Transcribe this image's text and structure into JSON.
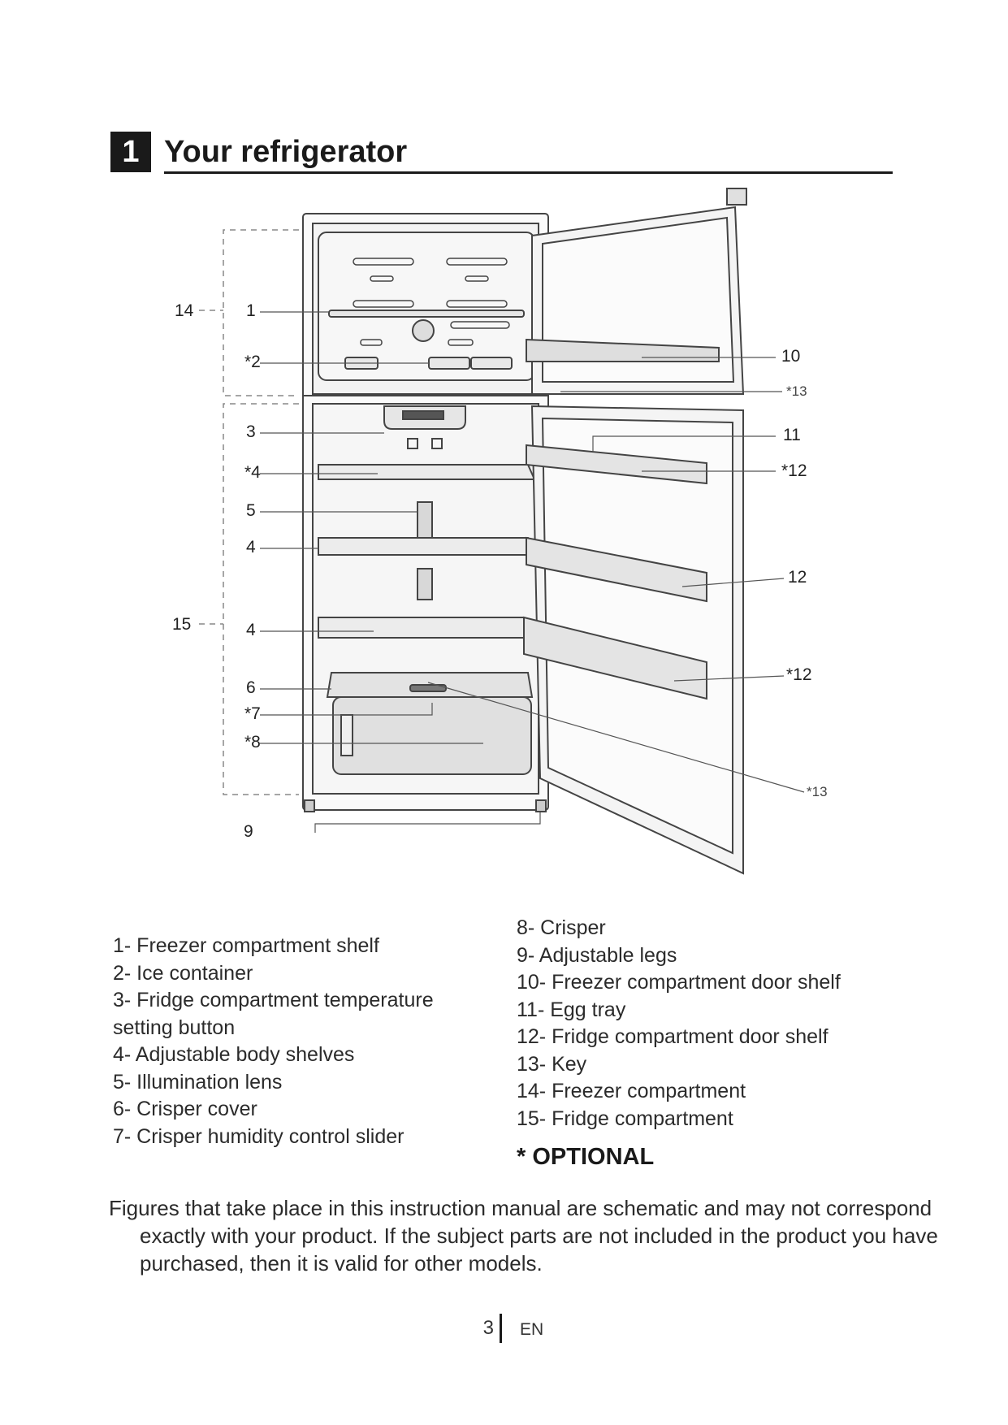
{
  "section": {
    "number": "1",
    "title": "Your refrigerator"
  },
  "callouts": {
    "c14": "14",
    "c1": "1",
    "c2": "*2",
    "c3": "3",
    "c4a": "*4",
    "c5": "5",
    "c4b": "4",
    "c15": "15",
    "c4c": "4",
    "c6": "6",
    "c7": "*7",
    "c8": "*8",
    "c9": "9",
    "c10": "10",
    "c13a": "*13",
    "c11": "11",
    "c12a": "*12",
    "c12b": "12",
    "c12c": "*12",
    "c13b": "*13"
  },
  "legend_left": [
    "1-  Freezer compartment shelf",
    "2-  Ice container",
    "3-  Fridge compartment temperature setting button",
    "4-  Adjustable body shelves",
    "5-  Illumination lens",
    "6-  Crisper cover",
    "7-  Crisper humidity control slider"
  ],
  "legend_right": [
    "8-  Crisper",
    "9-  Adjustable legs",
    "10-  Freezer compartment door shelf",
    "11-  Egg tray",
    "12-  Fridge compartment door shelf",
    "13-  Key",
    "14-  Freezer compartment",
    "15-  Fridge compartment"
  ],
  "optional_label": "* OPTIONAL",
  "note": "Figures that take place in this instruction manual are schematic and may not correspond exactly with your product. If the subject parts are not included in the product you have purchased, then it is valid for other models.",
  "footer": {
    "page": "3",
    "language": "EN"
  }
}
